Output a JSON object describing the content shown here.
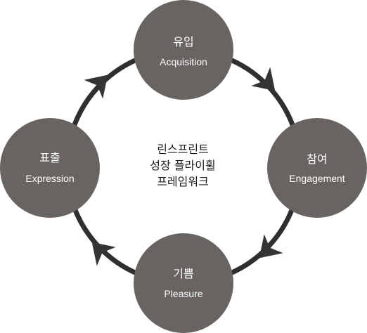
{
  "diagram": {
    "center_lines": [
      "린스프린트",
      "성장 플라이휠",
      "프레임워크"
    ],
    "nodes": [
      {
        "id": "acquisition",
        "ko": "유입",
        "en": "Acquisition"
      },
      {
        "id": "engagement",
        "ko": "참여",
        "en": "Engagement"
      },
      {
        "id": "pleasure",
        "ko": "기쁨",
        "en": "Pleasure"
      },
      {
        "id": "expression",
        "ko": "표출",
        "en": "Expression"
      }
    ]
  },
  "colors": {
    "node_fill": "#676462",
    "ring": "#2f2f2f",
    "arrow": "#343434",
    "node_text": "#ffffff",
    "center_text": "#1a1a1a",
    "background": "#ffffff"
  }
}
